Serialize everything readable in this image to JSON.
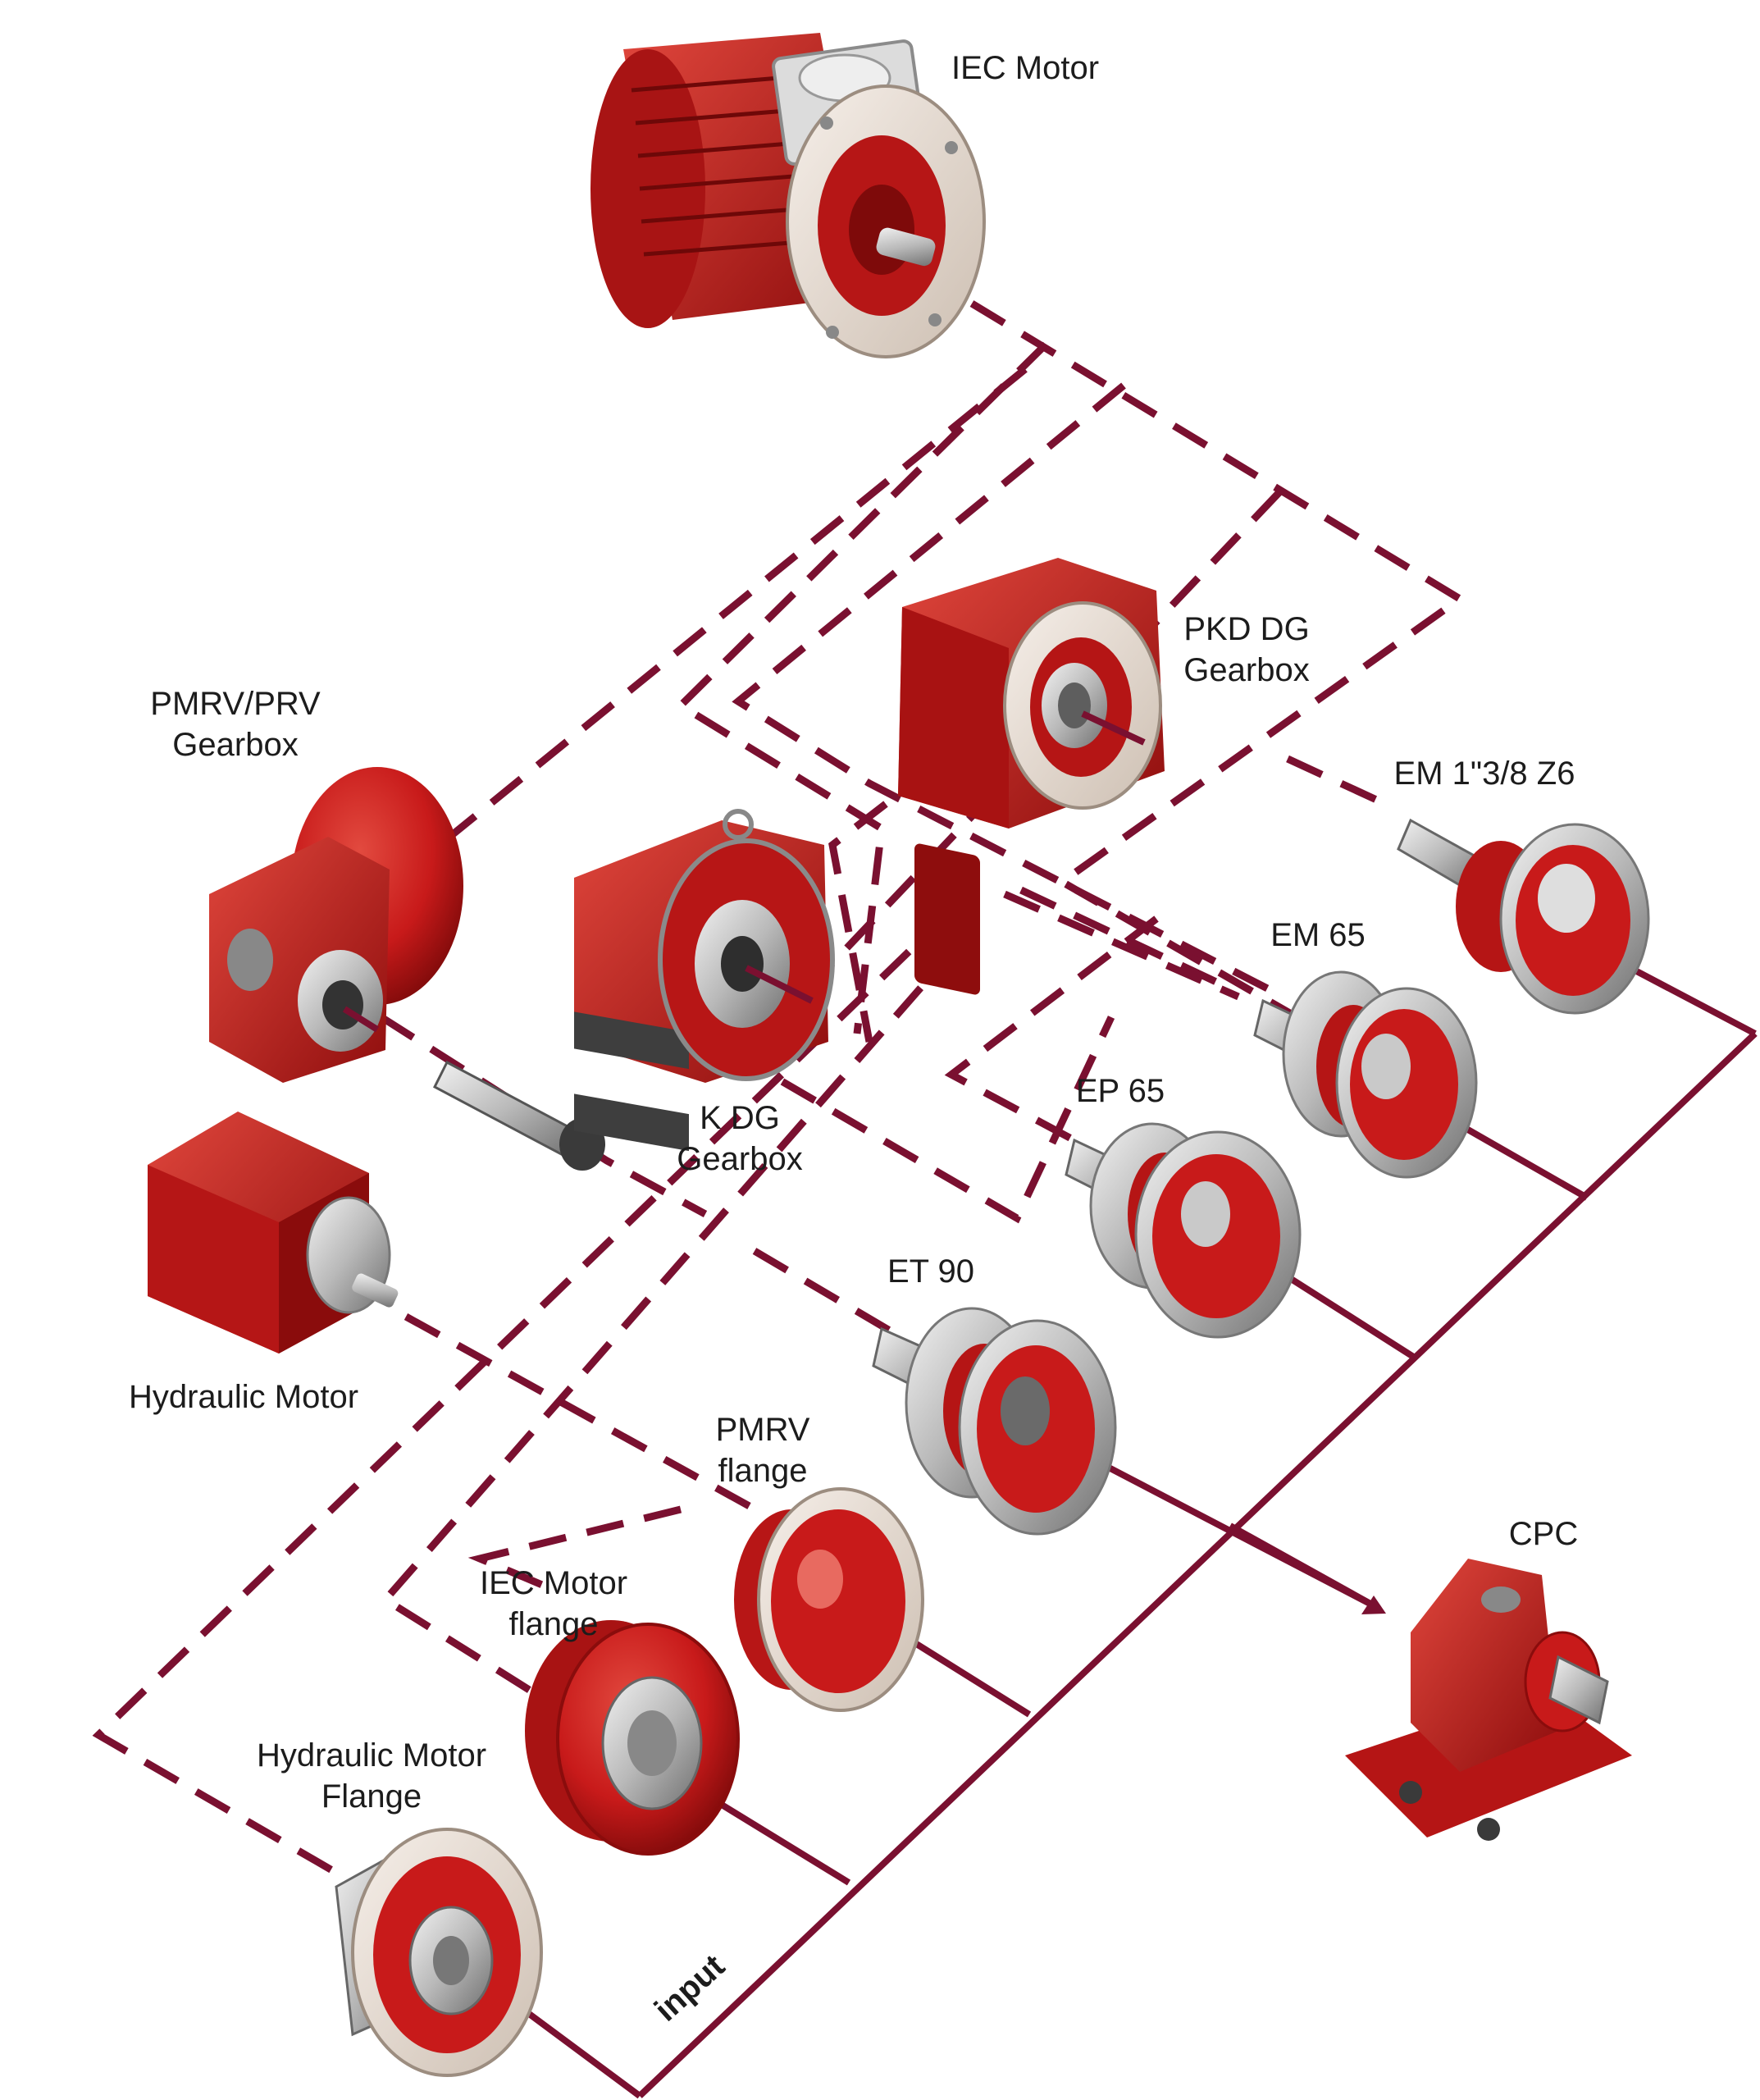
{
  "colors": {
    "connector": "#7a1030",
    "body_red": "#c81a1a",
    "dark_red": "#8a0c0c",
    "light_red": "#e24a3f",
    "metal": "#c9c9c9",
    "metal_dark": "#7d7d7d",
    "flange_beige": "#e9dcd0"
  },
  "labels": {
    "iec_motor": "IEC Motor",
    "pkd_dg_1": "PKD DG",
    "pkd_dg_2": "Gearbox",
    "pmrv_prv_1": "PMRV/PRV",
    "pmrv_prv_2": "Gearbox",
    "em_1_3_8": "EM 1\"3/8 Z6",
    "em_65": "EM 65",
    "k_dg_1": "K DG",
    "k_dg_2": "Gearbox",
    "ep_65": "EP 65",
    "hydraulic_motor": "Hydraulic Motor",
    "et_90": "ET 90",
    "pmrv_flange_1": "PMRV",
    "pmrv_flange_2": "flange",
    "cpc": "CPC",
    "iec_flange_1": "IEC Motor",
    "iec_flange_2": "flange",
    "hyd_flange_1": "Hydraulic Motor",
    "hyd_flange_2": "Flange",
    "input": "input"
  }
}
